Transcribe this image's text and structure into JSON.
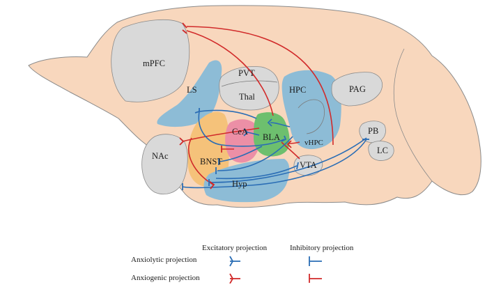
{
  "colors": {
    "brain": "#f8d7bd",
    "brain_outline": "#8a8a8a",
    "gray_region": "#d9d9d9",
    "blue_region": "#8dbcd6",
    "green_region": "#6dbf6e",
    "pink_region": "#ec8fa6",
    "orange_region": "#f5c27a",
    "anxiolytic": "#2a6db5",
    "anxiogenic": "#d12a2a"
  },
  "regions": {
    "mpfc": "mPFC",
    "ls": "LS",
    "pvt": "PVT",
    "thal": "Thal",
    "hpc": "HPC",
    "vhpc": "vHPC",
    "pag": "PAG",
    "cea": "CeA",
    "bla": "BLA",
    "pb": "PB",
    "lc": "LC",
    "nac": "NAc",
    "bnst": "BNST",
    "vta": "VTA",
    "hyp": "Hyp"
  },
  "legend": {
    "excitatory_header": "Excitatory projection",
    "inhibitory_header": "Inhibitory projection",
    "anxiolytic_label": "Anxiolytic projection",
    "anxiogenic_label": "Anxiogenic projection"
  }
}
